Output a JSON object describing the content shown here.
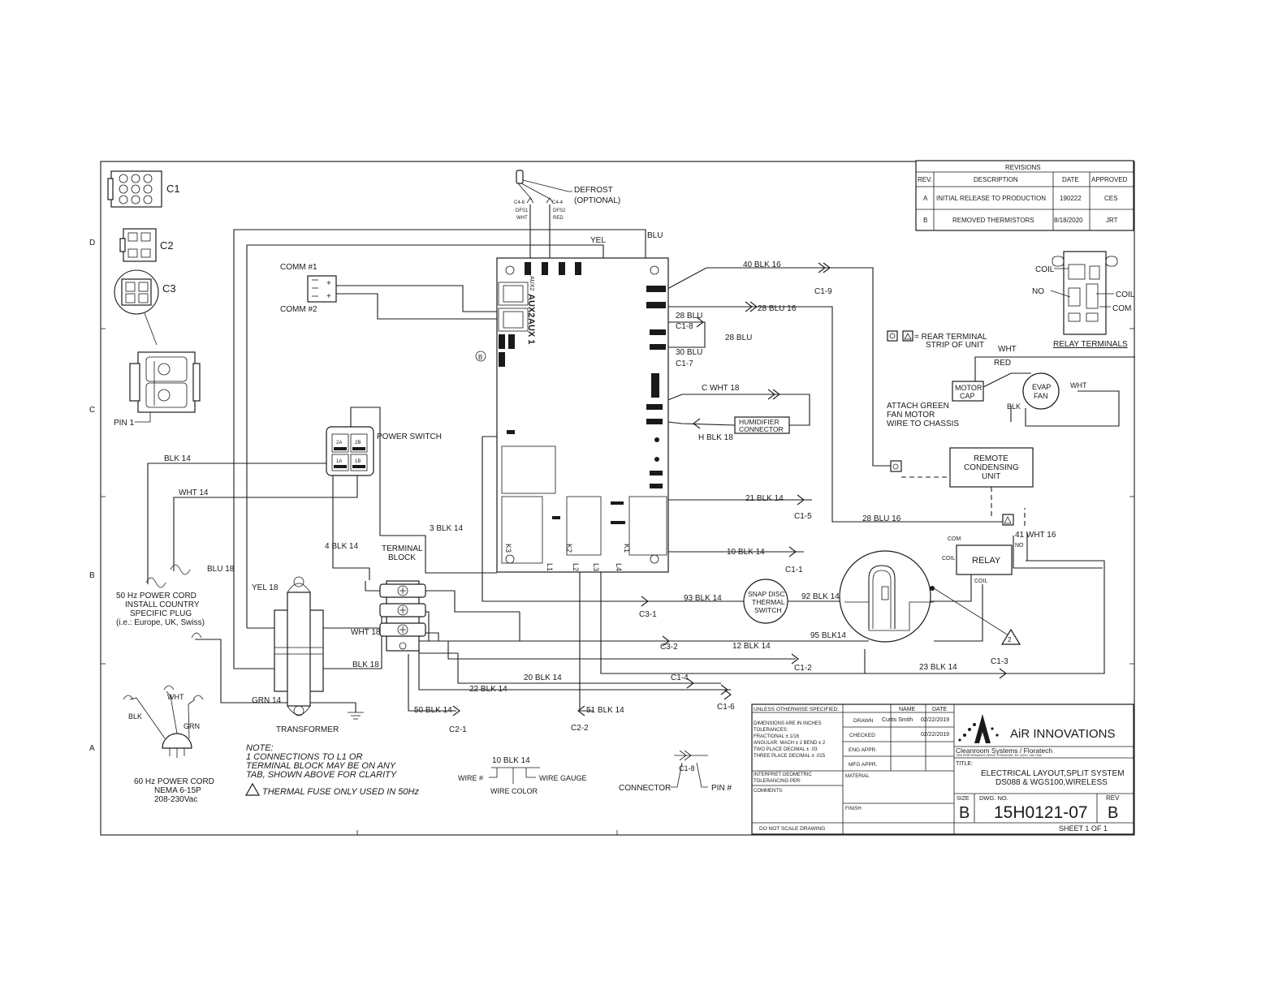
{
  "connectors": {
    "c1": "C1",
    "c2": "C2",
    "c3": "C3",
    "pin1": "PIN 1"
  },
  "defrost": {
    "line1": "DEFROST",
    "line2": "(OPTIONAL)",
    "c48": "C4-8",
    "dfs1": "DFS1",
    "wht": "WHT",
    "c44": "C4-4",
    "dfs2": "DFS2",
    "red": "RED"
  },
  "border": {
    "d": "D",
    "c": "C",
    "b": "B",
    "a": "A"
  },
  "revisions": {
    "title": "REVISIONS",
    "headers": [
      "REV.",
      "DESCRIPTION",
      "DATE",
      "APPROVED"
    ],
    "rows": [
      {
        "rev": "A",
        "desc": "INITIAL RELEASE TO PRODUCTION",
        "date": "190222",
        "approved": "CES"
      },
      {
        "rev": "B",
        "desc": "REMOVED THERMISTORS",
        "date": "8/18/2020",
        "approved": "JRT"
      }
    ]
  },
  "relay_terminals": {
    "coil": "COIL",
    "no": "NO",
    "coil_r": "COIL",
    "com": "COM",
    "title": "RELAY TERMINALS"
  },
  "labels": {
    "comm1": "COMM #1",
    "comm2": "COMM #2",
    "yel": "YEL",
    "blu": "BLU",
    "aux2": "AUX2",
    "aux1": "AUX 1",
    "b_mark": "B",
    "blk40": "40 BLK 16",
    "c19": "C1-9",
    "blu28_16": "28 BLU 16",
    "blu28a": "28 BLU",
    "c18": "C1-8",
    "blu28b": "28 BLU",
    "blu30": "30 BLU",
    "c17": "C1-7",
    "cwht": "C WHT 18",
    "hblk": "H BLK 18",
    "hum1": "HUMIDIFIER",
    "hum2": "CONNECTOR",
    "rear1": "= REAR TERMINAL",
    "rear2": "STRIP OF UNIT",
    "wht_top": "WHT",
    "red": "RED",
    "motor1": "MOTOR",
    "motor2": "CAP",
    "evap1": "EVAP",
    "evap2": "FAN",
    "blk_fan": "BLK",
    "wht_fan": "WHT",
    "green1": "ATTACH GREEN",
    "green2": "FAN MOTOR",
    "green3": "WIRE TO CHASSIS",
    "rcu1": "REMOTE",
    "rcu2": "CONDENSING",
    "rcu3": "UNIT",
    "power_switch": "POWER SWITCH",
    "sw2a": "2A",
    "sw2b": "2B",
    "sw1a": "1A",
    "sw1b": "1B",
    "blk14": "BLK 14",
    "wht14": "WHT 14",
    "blk3": "3 BLK 14",
    "blk4": "4 BLK 14",
    "tb1": "TERMINAL",
    "tb2": "BLOCK",
    "blu18": "BLU 18",
    "yel18": "YEL 18",
    "wht18": "WHT 18",
    "blk18": "BLK 18",
    "grn14": "GRN 14",
    "transformer": "TRANSFORMER",
    "blk21": "21 BLK 14",
    "c15": "C1-5",
    "blu28_16b": "28 BLU 16",
    "blk10": "10 BLK 14",
    "c11": "C1-1",
    "k3": "K3",
    "k2": "K2",
    "k1": "K1",
    "l1": "L1",
    "l2": "L2",
    "l3": "L3",
    "l4": "L4",
    "blk93": "93 BLK 14",
    "c31": "C3-1",
    "snap1": "SNAP DISC",
    "snap2": "THERMAL",
    "snap3": "SWITCH",
    "blk92": "92 BLK 14",
    "blk95": "95 BLK14",
    "com": "COM",
    "no": "NO",
    "coil1": "COIL",
    "coil2": "COIL",
    "relay": "RELAY",
    "wht41": "41 WHT 16",
    "c32": "C3-2",
    "blk12": "12 BLK 14",
    "c12": "C1-2",
    "blk23": "23 BLK 14",
    "c13": "C1-3",
    "blk20": "20 BLK 14",
    "c14": "C1-4",
    "blk22": "22 BLK 14",
    "c16": "C1-6",
    "blk50": "50 BLK 14",
    "c21": "C2-1",
    "blk51": "51 BLK 14",
    "c22": "C2-2",
    "pc50_1": "50 Hz POWER CORD",
    "pc50_2": "INSTALL COUNTRY",
    "pc50_3": "SPECIFIC PLUG",
    "pc50_4": "(i.e.: Europe, UK, Swiss)",
    "wht_plug": "WHT",
    "blk_plug": "BLK",
    "grn_plug": "GRN",
    "pc60_1": "60 Hz POWER CORD",
    "pc60_2": "NEMA 6-15P",
    "pc60_3": "208-230Vac",
    "note0": "NOTE:",
    "note1": "1  CONNECTIONS TO L1 OR",
    "note2": "TERMINAL BLOCK MAY BE ON ANY",
    "note3": "TAB, SHOWN ABOVE FOR CLARITY",
    "note4": "THERMAL FUSE ONLY USED IN 50Hz",
    "tri2": "2",
    "leg_wire": "10 BLK 14",
    "leg_wnum": "WIRE #",
    "leg_wcolor": "WIRE COLOR",
    "leg_wgauge": "WIRE GAUGE",
    "leg_c18": "C1-8",
    "leg_conn": "CONNECTOR",
    "leg_pin": "PIN #"
  },
  "title_block": {
    "unless": "UNLESS OTHERWISE SPECIFIED:",
    "dims": [
      "DIMENSIONS ARE IN INCHES",
      "TOLERANCES:",
      "FRACTIONAL ± 1/16",
      "ANGULAR: MACH ± 2  BEND ± 2",
      "TWO PLACE DECIMAL   ± .03",
      "THREE PLACE DECIMAL  ± .015"
    ],
    "interp": [
      "INTERPRET GEOMETRIC",
      "TOLERANCING PER:"
    ],
    "comments": "COMMENTS:",
    "noscale": "DO NOT SCALE DRAWING",
    "name_h": "NAME",
    "date_h": "DATE",
    "drawn": "DRAWN",
    "drawn_name": "Curtis Smith",
    "drawn_date": "02/22/2019",
    "checked": "CHECKED",
    "checked_date": "02/22/2019",
    "eng": "ENG APPR.",
    "mfg": "MFG APPR.",
    "material": "MATERIAL",
    "finish": "FINISH",
    "company": "AiR INNOVATIONS",
    "sub1": "Cleanroom Systems  /  Floratech",
    "sub2": "7000 PERFORMANCE DRIVE, SYRACUSE, NY 13212, 432-7400",
    "title_l": "TITLE:",
    "title1": "ELECTRICAL LAYOUT,SPLIT SYSTEM",
    "title2": "DS088 & WGS100,WIRELESS",
    "size_l": "SIZE",
    "size": "B",
    "dwg_l": "DWG.  NO.",
    "dwg": "15H0121-07",
    "rev_l": "REV",
    "rev": "B",
    "sheet": "SHEET 1 OF 1"
  }
}
